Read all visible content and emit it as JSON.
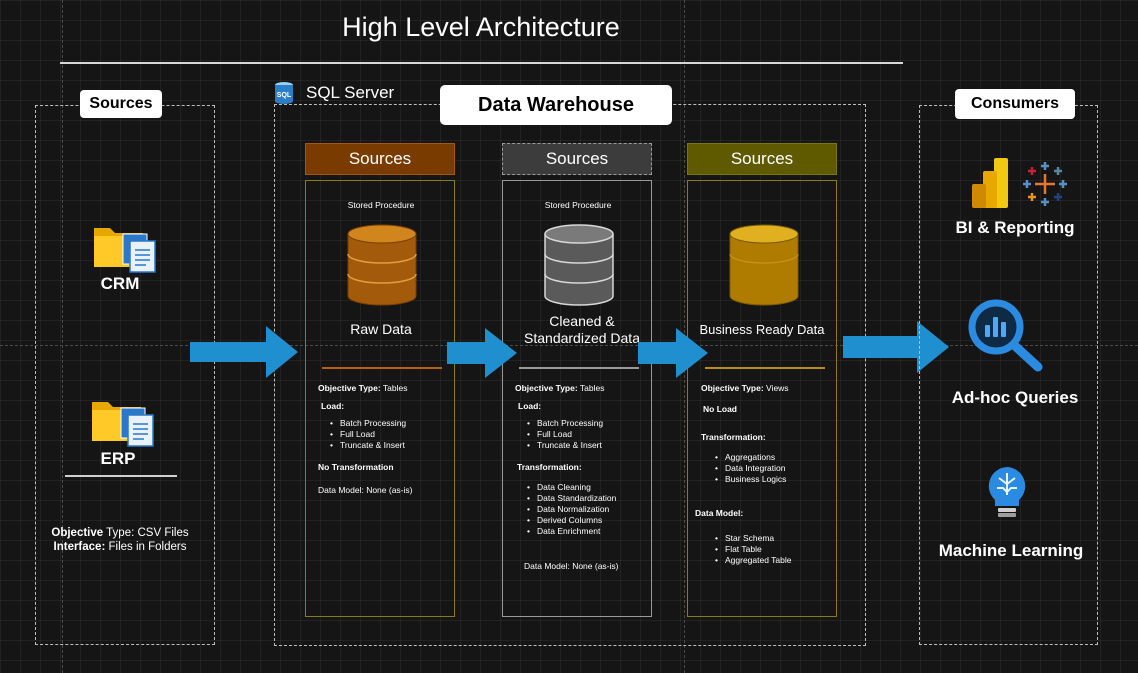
{
  "title": "High Level Architecture",
  "sql_server": {
    "label": "SQL Server",
    "icon": "sql-server-icon"
  },
  "warehouse": {
    "label": "Data Warehouse"
  },
  "sources_panel": {
    "label": "Sources",
    "crm": "CRM",
    "erp": "ERP",
    "objective_label": "Objective",
    "objective_value": " Type: CSV Files",
    "interface_label": "Interface:",
    "interface_value": " Files in Folders"
  },
  "consumers_panel": {
    "label": "Consumers",
    "bi": "BI & Reporting",
    "adhoc": "Ad-hoc Queries",
    "ml": "Machine Learning"
  },
  "layers": [
    {
      "header": "Sources",
      "header_color": "#7a3b00",
      "border_color": "#8a7a1a",
      "stored_procedure": "Stored Procedure",
      "db_name": "Raw Data",
      "objective_label": "Objective Type:",
      "objective_value": " Tables",
      "load_label": "Load:",
      "load_items": [
        "Batch Processing",
        "Full Load",
        "Truncate & Insert"
      ],
      "transformation_label": "No Transformation",
      "data_model": "Data Model: None (as-is)"
    },
    {
      "header": "Sources",
      "header_color": "#3c3c3c",
      "border_color": "#9a9a9a",
      "stored_procedure": "Stored Procedure",
      "db_name": "Cleaned & Standardized Data",
      "objective_label": "Objective Type:",
      "objective_value": " Tables",
      "load_label": "Load:",
      "load_items": [
        "Batch Processing",
        "Full Load",
        "Truncate & Insert"
      ],
      "transformation_label": "Transformation:",
      "transformation_items": [
        "Data Cleaning",
        "Data Standardization",
        "Data Normalization",
        "Derived Columns",
        "Data Enrichment"
      ],
      "data_model": "Data Model: None (as-is)"
    },
    {
      "header": "Sources",
      "header_color": "#5f5a00",
      "border_color": "#8a7a1a",
      "db_name": "Business Ready Data",
      "objective_label": "Objective Type:",
      "objective_value": " Views",
      "load_label": "No Load",
      "transformation_label": "Transformation:",
      "transformation_items": [
        "Aggregations",
        "Data Integration",
        "Business Logics"
      ],
      "data_model_label": "Data Model:",
      "data_model_items": [
        "Star Schema",
        "Flat Table",
        "Aggregated Table"
      ]
    }
  ],
  "colors": {
    "arrow": "#1f8fd0",
    "bronze": "#b96a0c",
    "silver": "#6b6b6b",
    "gold": "#c8960a"
  }
}
